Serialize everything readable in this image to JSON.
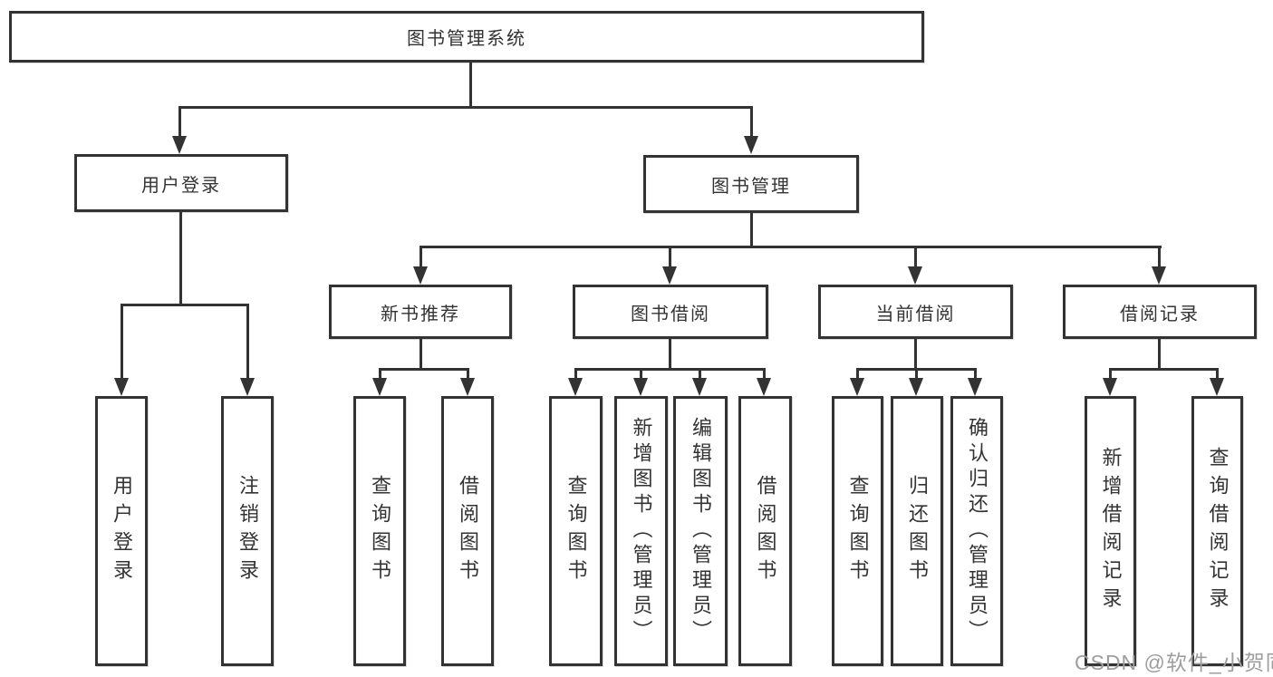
{
  "colors": {
    "line": "#333333",
    "text": "#333333",
    "background": "#ffffff",
    "watermark_color": "#9e9e9e"
  },
  "nodes": {
    "root": "图书管理系统",
    "user_login": "用户登录",
    "book_mgmt": "图书管理",
    "new_book_rec": "新书推荐",
    "book_borrow": "图书借阅",
    "current_borrow": "当前借阅",
    "borrow_records": "借阅记录",
    "user_login_children": [
      "用户登录",
      "注销登录"
    ],
    "new_book_rec_children": [
      "查询图书",
      "借阅图书"
    ],
    "book_borrow_children": [
      "查询图书",
      "新增图书（管理员）",
      "编辑图书（管理员）",
      "借阅图书"
    ],
    "current_borrow_children": [
      "查询图书",
      "归还图书",
      "确认归还（管理员）"
    ],
    "borrow_records_children": [
      "新增借阅记录",
      "查询借阅记录"
    ]
  },
  "watermark": "CSDN @软件_小贺同学"
}
